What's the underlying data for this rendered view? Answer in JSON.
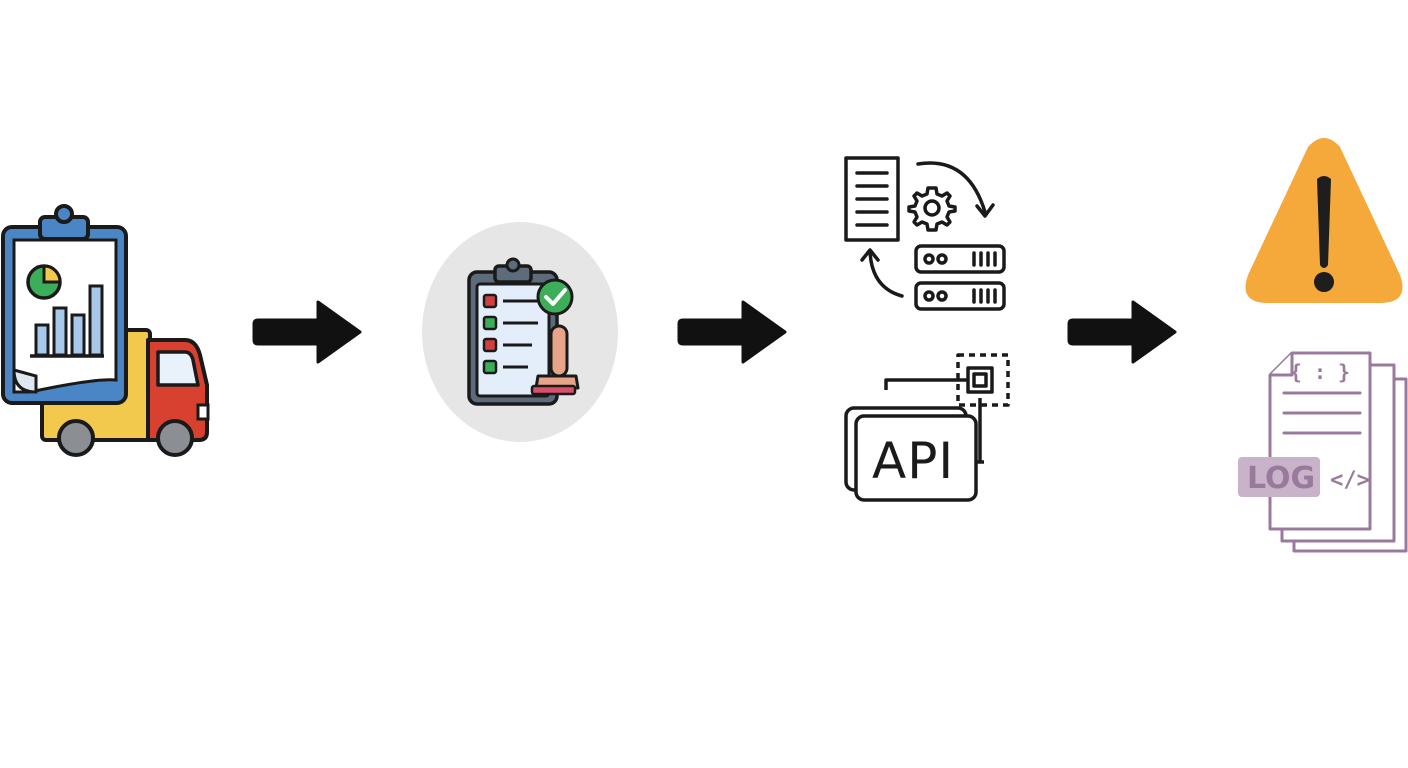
{
  "diagram": {
    "stages": [
      {
        "id": "stage-1",
        "icons": [
          "clipboard-chart-icon",
          "delivery-truck-icon"
        ]
      },
      {
        "id": "stage-2",
        "icons": [
          "checklist-approval-stamp-icon"
        ]
      },
      {
        "id": "stage-3",
        "icons": [
          "document-sync-server-icon",
          "api-integration-icon"
        ],
        "api_label": "API"
      },
      {
        "id": "stage-4",
        "icons": [
          "warning-triangle-icon",
          "code-log-files-icon"
        ],
        "log_label": "LOG",
        "code_brace_label": "{ : }",
        "code_tag_label": "</>"
      }
    ],
    "arrows": [
      "right-arrow-icon",
      "right-arrow-icon",
      "right-arrow-icon"
    ]
  },
  "colors": {
    "arrow": "#111111",
    "clipboard_blue": "#4a86c5",
    "truck_red": "#d8412f",
    "truck_yellow": "#f2c94c",
    "approval_green": "#3cae5a",
    "warning_orange": "#f4a93a",
    "log_purple": "#9a7a9c",
    "circle_bg": "#e6e6e6"
  }
}
